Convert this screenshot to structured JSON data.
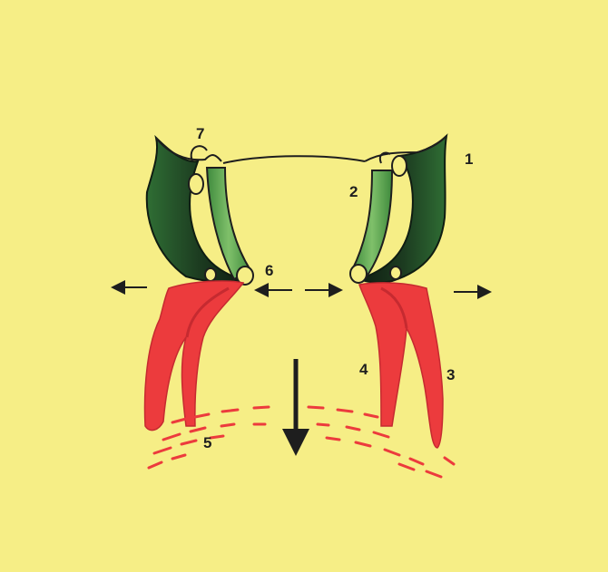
{
  "labels": {
    "l1": "1",
    "l2": "2",
    "l3": "3",
    "l4": "4",
    "l5": "5",
    "l6": "6",
    "l7": "7"
  },
  "colors": {
    "background": "#f6ee86",
    "cartilage_dark": "#0f1d12",
    "cartilage_green": "#3f8a3d",
    "cartilage_light": "#7fc06a",
    "muscle_red": "#ec3b3d",
    "muscle_dark": "#c62a30",
    "ink": "#1e1e1e"
  }
}
